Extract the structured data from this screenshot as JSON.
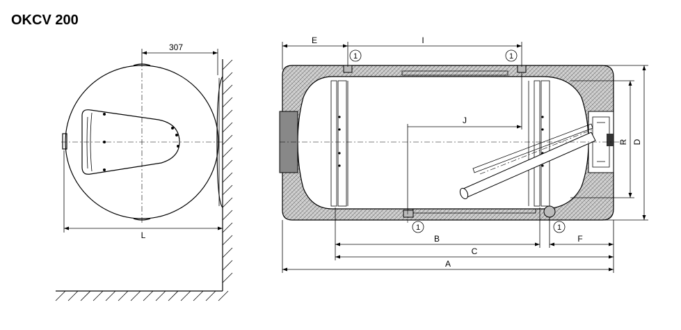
{
  "title": "OKCV 200",
  "side_view": {
    "dim_top_value": "307",
    "dim_bottom_label": "L"
  },
  "front_view": {
    "dims": {
      "E": "E",
      "I": "I",
      "J": "J",
      "B": "B",
      "C": "C",
      "A": "A",
      "F": "F",
      "R": "R",
      "D": "D"
    },
    "markers": [
      "1",
      "1",
      "1",
      "1"
    ]
  },
  "colors": {
    "line": "#000000",
    "insulation": "#d9d9d9",
    "background": "#ffffff"
  }
}
